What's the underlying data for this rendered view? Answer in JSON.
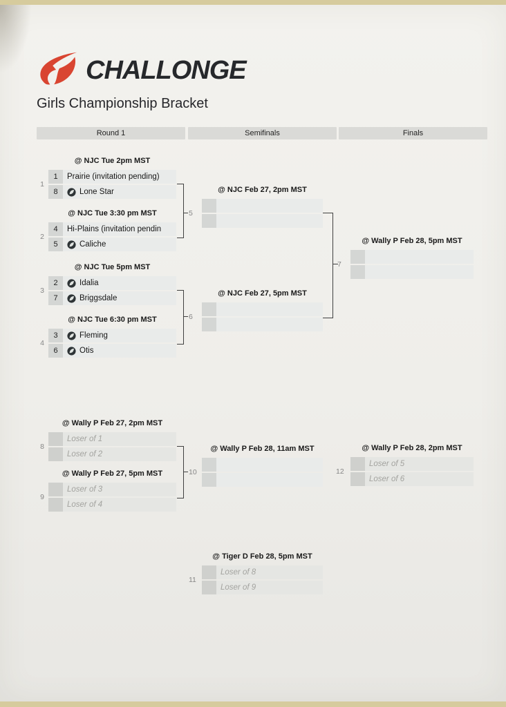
{
  "brand": {
    "logo_text": "CHALLONGE",
    "logo_color": "#d94531",
    "logo_text_color": "#26282b"
  },
  "page": {
    "title": "Girls Championship Bracket"
  },
  "columns": [
    {
      "label": "Round 1"
    },
    {
      "label": "Semifinals"
    },
    {
      "label": "Finals"
    }
  ],
  "icons": {
    "team_logo": "team-leaf-logo-icon"
  },
  "matches": [
    {
      "number": "1",
      "schedule": "@ NJC Tue 2pm MST",
      "slots": [
        {
          "seed": "1",
          "name": "Prairie (invitation pending)"
        },
        {
          "seed": "8",
          "name": "Lone Star"
        }
      ]
    },
    {
      "number": "2",
      "schedule": "@ NJC Tue 3:30 pm MST",
      "slots": [
        {
          "seed": "4",
          "name": "Hi-Plains (invitation pendin"
        },
        {
          "seed": "5",
          "name": "Caliche"
        }
      ]
    },
    {
      "number": "3",
      "schedule": "@ NJC Tue 5pm MST",
      "slots": [
        {
          "seed": "2",
          "name": "Idalia"
        },
        {
          "seed": "7",
          "name": "Briggsdale"
        }
      ]
    },
    {
      "number": "4",
      "schedule": "@ NJC Tue 6:30 pm MST",
      "slots": [
        {
          "seed": "3",
          "name": "Fleming"
        },
        {
          "seed": "6",
          "name": "Otis"
        }
      ]
    },
    {
      "number": "5",
      "schedule": "@ NJC Feb 27, 2pm MST",
      "slots": [
        {
          "seed": "",
          "name": ""
        },
        {
          "seed": "",
          "name": ""
        }
      ]
    },
    {
      "number": "6",
      "schedule": "@ NJC Feb 27, 5pm MST",
      "slots": [
        {
          "seed": "",
          "name": ""
        },
        {
          "seed": "",
          "name": ""
        }
      ]
    },
    {
      "number": "7",
      "schedule": "@ Wally P Feb 28, 5pm MST",
      "slots": [
        {
          "seed": "",
          "name": ""
        },
        {
          "seed": "",
          "name": ""
        }
      ]
    },
    {
      "number": "8",
      "schedule": "@ Wally P Feb 27, 2pm MST",
      "slots": [
        {
          "seed": "",
          "name": "Loser of 1"
        },
        {
          "seed": "",
          "name": "Loser of 2"
        }
      ]
    },
    {
      "number": "9",
      "schedule": "@ Wally P Feb 27, 5pm MST",
      "slots": [
        {
          "seed": "",
          "name": "Loser of 3"
        },
        {
          "seed": "",
          "name": "Loser of 4"
        }
      ]
    },
    {
      "number": "10",
      "schedule": "@ Wally P Feb 28, 11am MST",
      "slots": [
        {
          "seed": "",
          "name": ""
        },
        {
          "seed": "",
          "name": ""
        }
      ]
    },
    {
      "number": "11",
      "schedule": "@ Tiger D Feb 28, 5pm MST",
      "slots": [
        {
          "seed": "",
          "name": "Loser of 8"
        },
        {
          "seed": "",
          "name": "Loser of 9"
        }
      ]
    },
    {
      "number": "12",
      "schedule": "@ Wally P Feb 28, 2pm MST",
      "slots": [
        {
          "seed": "",
          "name": "Loser of 5"
        },
        {
          "seed": "",
          "name": "Loser of 6"
        }
      ]
    }
  ]
}
